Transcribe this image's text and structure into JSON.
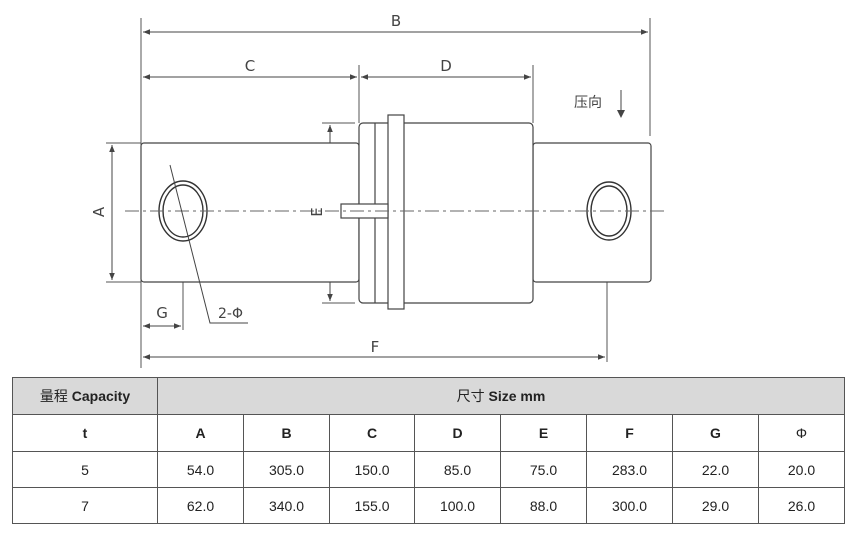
{
  "drawing": {
    "dims": {
      "A": "A",
      "B": "B",
      "C": "C",
      "D": "D",
      "E": "E",
      "F": "F",
      "G": "G"
    },
    "hole_label": "2-Φ",
    "press_label": "压向"
  },
  "table": {
    "capacity_cn": "量程",
    "capacity_en": "Capacity",
    "size_cn": "尺寸",
    "size_en": "Size mm",
    "columns": [
      "t",
      "A",
      "B",
      "C",
      "D",
      "E",
      "F",
      "G",
      "Φ"
    ],
    "rows": [
      [
        "5",
        "54.0",
        "305.0",
        "150.0",
        "85.0",
        "75.0",
        "283.0",
        "22.0",
        "20.0"
      ],
      [
        "7",
        "62.0",
        "340.0",
        "155.0",
        "100.0",
        "88.0",
        "300.0",
        "29.0",
        "26.0"
      ]
    ]
  }
}
